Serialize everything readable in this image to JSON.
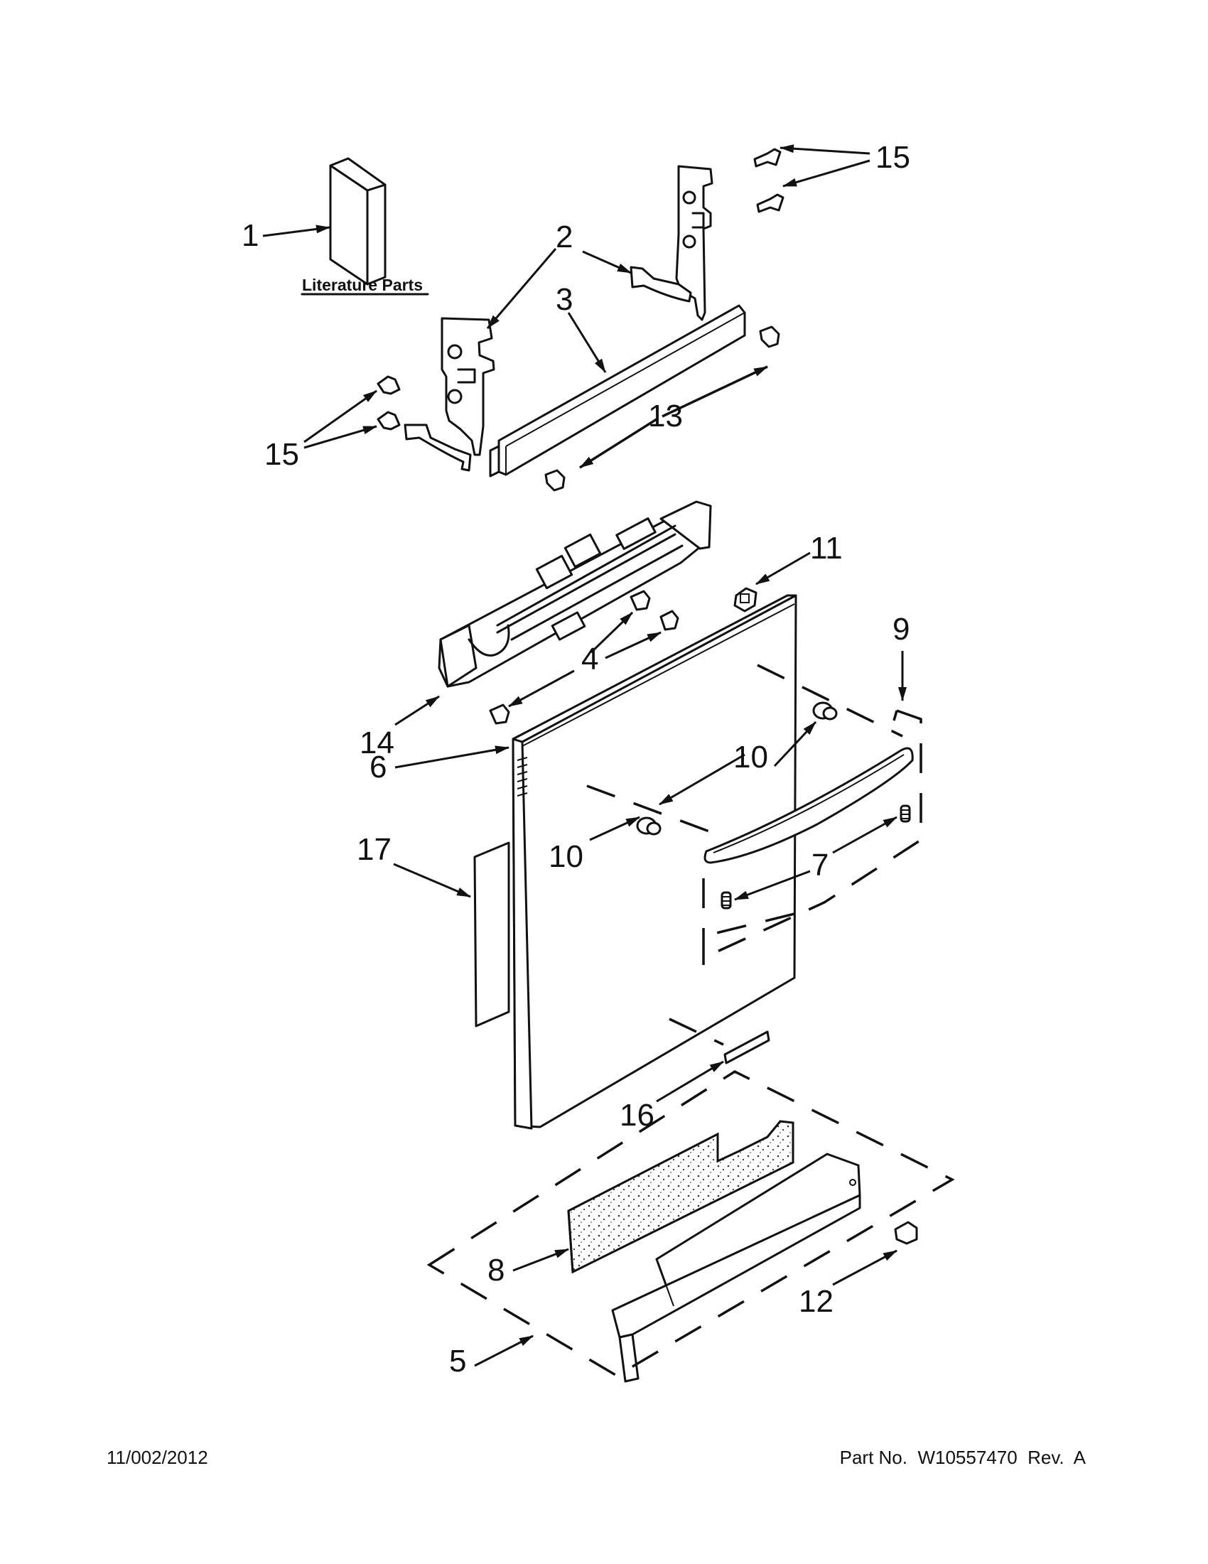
{
  "callouts": [
    {
      "id": "1",
      "label": "1"
    },
    {
      "id": "2",
      "label": "2"
    },
    {
      "id": "3",
      "label": "3"
    },
    {
      "id": "4",
      "label": "4"
    },
    {
      "id": "5",
      "label": "5"
    },
    {
      "id": "6",
      "label": "6"
    },
    {
      "id": "7",
      "label": "7"
    },
    {
      "id": "8",
      "label": "8"
    },
    {
      "id": "9",
      "label": "9"
    },
    {
      "id": "10a",
      "label": "10"
    },
    {
      "id": "10b",
      "label": "10"
    },
    {
      "id": "11",
      "label": "11"
    },
    {
      "id": "12",
      "label": "12"
    },
    {
      "id": "13",
      "label": "13"
    },
    {
      "id": "14",
      "label": "14"
    },
    {
      "id": "15a",
      "label": "15"
    },
    {
      "id": "15b",
      "label": "15"
    },
    {
      "id": "16",
      "label": "16"
    },
    {
      "id": "17",
      "label": "17"
    }
  ],
  "literature_label": "Literature Parts",
  "footer": {
    "date": "11/002/2012",
    "part_no": "Part No.  W10557470  Rev.  A"
  }
}
